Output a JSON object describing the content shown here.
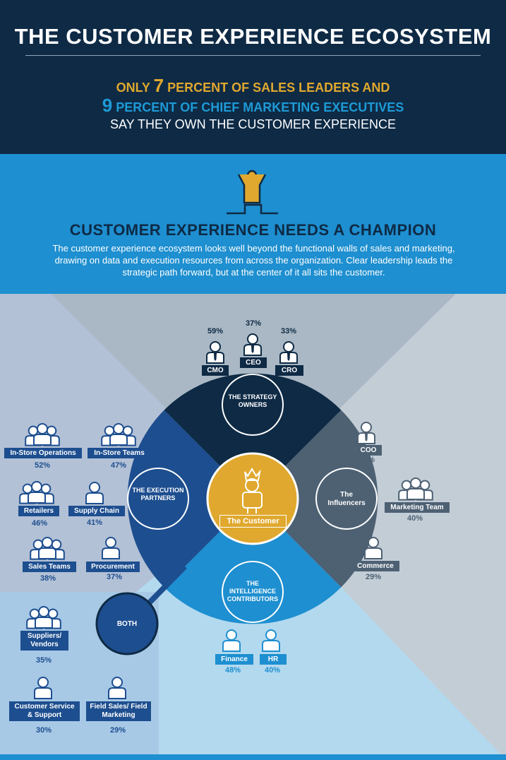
{
  "header": {
    "title": "THE CUSTOMER EXPERIENCE ECOSYSTEM",
    "line1_pre": "ONLY ",
    "line1_num": "7",
    "line1_post": " PERCENT OF SALES LEADERS AND",
    "line2_num": "9",
    "line2_post": " PERCENT OF CHIEF MARKETING EXECUTIVES",
    "line3": "SAY THEY OWN THE CUSTOMER EXPERIENCE"
  },
  "champion": {
    "heading": "CUSTOMER EXPERIENCE NEEDS A CHAMPION",
    "body": "The customer experience ecosystem looks well beyond the functional walls of sales and marketing, drawing on data and execution resources from across the organization. Clear leadership leads the strategic path forward, but at the center of it all sits the customer."
  },
  "diagram": {
    "center": "The Customer",
    "strategy": {
      "title": "THE STRATEGY OWNERS",
      "items": [
        {
          "label": "CMO",
          "pct": "59%"
        },
        {
          "label": "CEO",
          "pct": "37%"
        },
        {
          "label": "CRO",
          "pct": "33%"
        }
      ]
    },
    "execution": {
      "title": "THE EXECUTION PARTNERS",
      "items": [
        {
          "label": "In-Store Operations",
          "pct": "52%"
        },
        {
          "label": "In-Store Teams",
          "pct": "47%"
        },
        {
          "label": "Retailers",
          "pct": "46%"
        },
        {
          "label": "Supply Chain",
          "pct": "41%"
        },
        {
          "label": "Sales Teams",
          "pct": "38%"
        },
        {
          "label": "Procurement",
          "pct": "37%"
        }
      ]
    },
    "influencers": {
      "title": "The Influencers",
      "items": [
        {
          "label": "COO",
          "pct": "40%"
        },
        {
          "label": "Marketing Team",
          "pct": "40%"
        },
        {
          "label": "Commerce",
          "pct": "29%"
        }
      ]
    },
    "intelligence": {
      "title": "THE INTELLIGENCE CONTRIBUTORS",
      "items": [
        {
          "label": "Finance",
          "pct": "48%"
        },
        {
          "label": "HR",
          "pct": "40%"
        }
      ]
    },
    "both": {
      "title": "BOTH",
      "items": [
        {
          "label": "Suppliers/ Vendors",
          "pct": "35%"
        },
        {
          "label": "Customer Service & Support",
          "pct": "30%"
        },
        {
          "label": "Field Sales/ Field Marketing",
          "pct": "29%"
        }
      ]
    }
  },
  "colors": {
    "navy": "#0e2a45",
    "gold": "#e0a82e",
    "blue": "#1e8fd0",
    "slate": "#4d6173",
    "execution_blue": "#1d4e8f"
  }
}
